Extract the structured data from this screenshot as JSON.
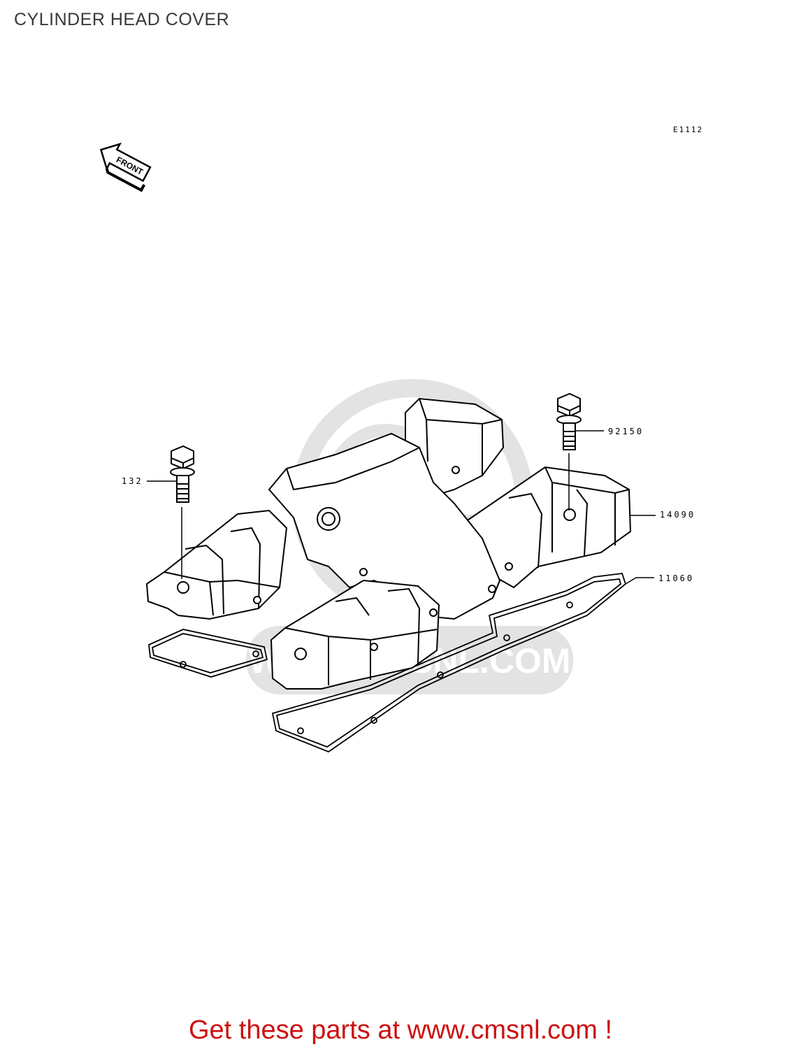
{
  "page": {
    "title": "CYLINDER HEAD COVER",
    "diagram_code": "E1112"
  },
  "front_indicator": {
    "label": "FRONT"
  },
  "watermark": {
    "text": "WWW.CMSNL.COM"
  },
  "parts": [
    {
      "ref": "132"
    },
    {
      "ref": "92150"
    },
    {
      "ref": "14090"
    },
    {
      "ref": "11060"
    }
  ],
  "footer": {
    "promo_text": "Get these parts at www.cmsnl.com !"
  }
}
